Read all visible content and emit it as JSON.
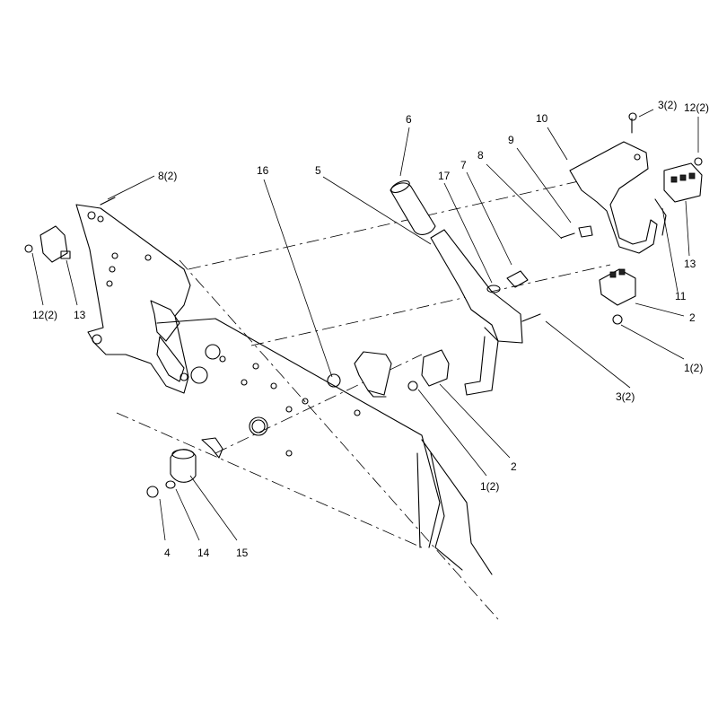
{
  "callouts": {
    "c_3_2_top": "3(2)",
    "c_12_2_right": "12(2)",
    "c_10": "10",
    "c_9": "9",
    "c_8": "8",
    "c_7": "7",
    "c_17": "17",
    "c_6": "6",
    "c_5": "5",
    "c_16": "16",
    "c_8_2": "8(2)",
    "c_12_2_left": "12(2)",
    "c_13_left": "13",
    "c_13_right": "13",
    "c_11": "11",
    "c_2_right": "2",
    "c_1_2_right": "1(2)",
    "c_3_2_mid": "3(2)",
    "c_1_2_center": "1(2)",
    "c_2_center": "2",
    "c_4": "4",
    "c_14": "14",
    "c_15": "15"
  }
}
